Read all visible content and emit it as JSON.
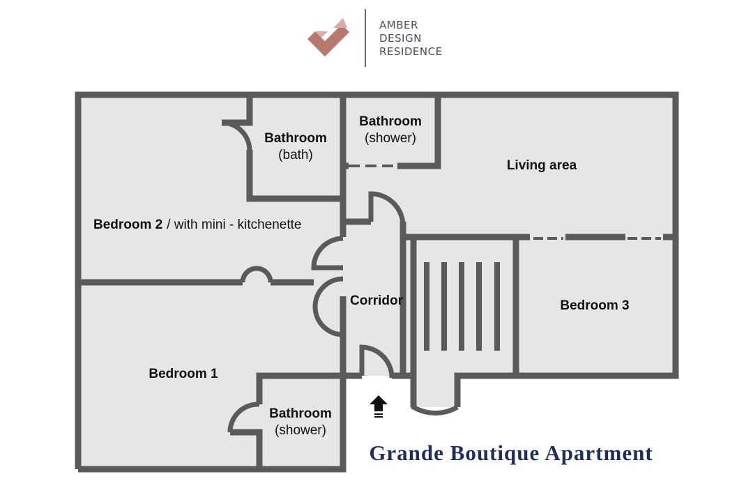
{
  "brand": {
    "lines": [
      "AMBER",
      "DESIGN",
      "RESIDENCE"
    ],
    "logo_colors": [
      "#b9786e",
      "#d9aba2"
    ],
    "divider_color": "#2c3a6a"
  },
  "title": "Grande Boutique Apartment",
  "colors": {
    "wall": "#5a5a5a",
    "floor": "#e6e6e6",
    "title": "#1f2d5a"
  },
  "rooms": {
    "bedroom2": {
      "name": "Bedroom 2",
      "suffix": "/ with mini - kitchenette"
    },
    "bathroom_bath": {
      "name": "Bathroom",
      "sub": "(bath)"
    },
    "bathroom_shower_top": {
      "name": "Bathroom",
      "sub": "(shower)"
    },
    "living": {
      "name": "Living area"
    },
    "corridor": {
      "name": "Corridor"
    },
    "bedroom3": {
      "name": "Bedroom 3"
    },
    "bedroom1": {
      "name": "Bedroom 1"
    },
    "bathroom_shower_bottom": {
      "name": "Bathroom",
      "sub": "(shower)"
    }
  },
  "icons": {
    "entrance": "entrance-arrow-icon",
    "logo": "amber-logo-icon"
  }
}
